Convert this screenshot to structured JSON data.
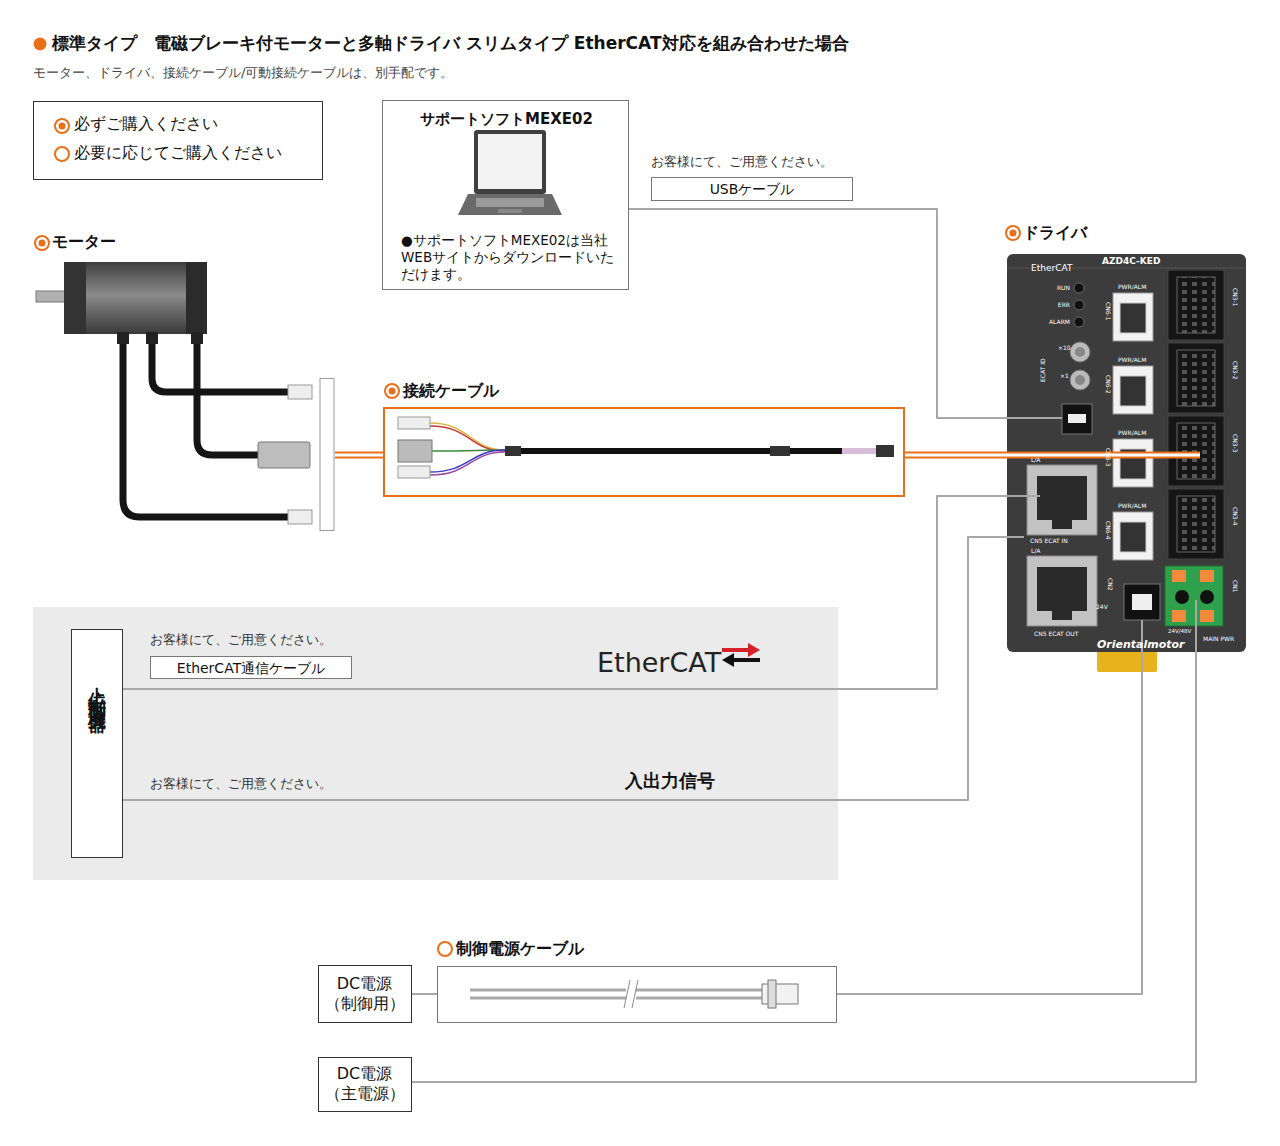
{
  "diagram": {
    "title": "標準タイプ　電磁ブレーキ付モーターと多軸ドライバ スリムタイプ EtherCAT対応を組み合わせた場合",
    "nodes": [
      {
        "text": [
          "サポートソフトMEXE02",
          "●サポートソフトMEXE02は当社WEBサイトからダウンロードいただけます。"
        ]
      },
      {
        "text": [
          "USBケーブル"
        ]
      },
      {
        "text": [
          "モーター"
        ]
      },
      {
        "text": [
          "接続ケーブル"
        ]
      },
      {
        "text": [
          "ドライバ"
        ]
      },
      {
        "text": [
          "EtherCAT通信ケーブル"
        ]
      },
      {
        "text": [
          "上位制御機器"
        ]
      },
      {
        "text": [
          "制御電源ケーブル"
        ]
      },
      {
        "text": [
          "DC電源 （制御用）"
        ]
      },
      {
        "text": [
          "DC電源 （主電源）"
        ]
      }
    ],
    "edges": [
      {
        "from": 0,
        "to": 4,
        "arrow": "none"
      },
      {
        "from": 2,
        "to": 3,
        "arrow": "none"
      },
      {
        "from": 3,
        "to": 4,
        "arrow": "none"
      },
      {
        "from": 6,
        "to": 4,
        "arrow": "none"
      },
      {
        "from": 6,
        "to": 4,
        "arrow": "none"
      },
      {
        "from": 8,
        "to": 7,
        "arrow": "none"
      },
      {
        "from": 7,
        "to": 4,
        "arrow": "none"
      },
      {
        "from": 9,
        "to": 4,
        "arrow": "none"
      }
    ],
    "labels": [
      "モーター、ドライバ、接続ケーブル/可動接続ケーブルは、別手配です。",
      "お客様にて、ご用意ください。",
      "お客様にて、ご用意ください。",
      "EtherCAT",
      "お客様にて、ご用意ください。",
      "入出力信号",
      "EtherCAT",
      "AZD4C-KED",
      "RUN",
      "ERR",
      "ALARM",
      "ECAT ID",
      "×10",
      "×1",
      "PWR/ALM",
      "PWR/ALM",
      "PWR/ALM",
      "PWR/ALM",
      "CN6-1",
      "CN6-2",
      "CN6-3",
      "CN6-4",
      "CN3-1",
      "CN3-2",
      "CN3-3",
      "CN3-4",
      "L/A",
      "CN5 ECAT IN",
      "L/A",
      "CN5 ECAT OUT",
      "CN2",
      "24V",
      "24V/48V",
      "CN1",
      "MAIN PWR",
      "Orientalmotor"
    ],
    "legend": [
      {
        "text": "必ずご購入ください"
      },
      {
        "text": "必要に応じてご購入ください"
      }
    ]
  }
}
